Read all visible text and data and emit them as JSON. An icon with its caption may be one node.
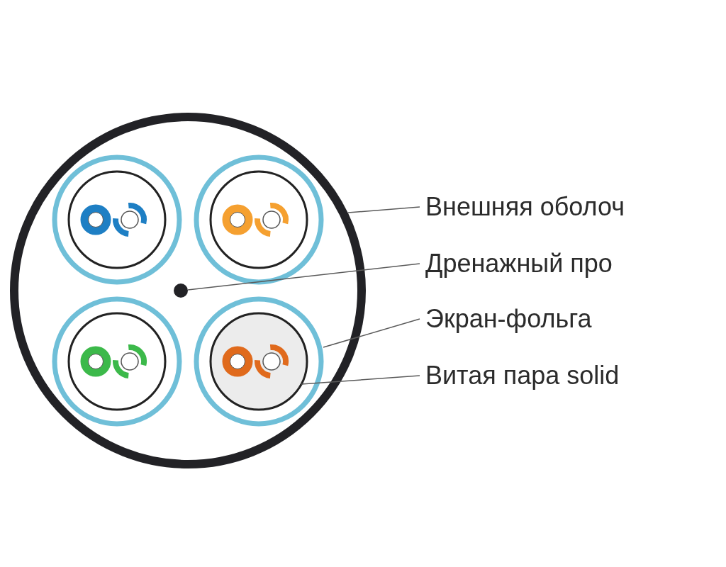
{
  "diagram": {
    "nodes": [
      {
        "text": [],
        "shape": "circle"
      },
      {
        "text": [],
        "shape": "circle",
        "in": 0
      },
      {
        "text": [],
        "shape": "circle",
        "in": 0
      },
      {
        "text": [],
        "shape": "circle",
        "in": 2
      },
      {
        "text": [
          "Внешняя оболоч"
        ]
      },
      {
        "text": [
          "Дренажный про"
        ]
      },
      {
        "text": [
          "Экран-фольга"
        ]
      },
      {
        "text": [
          "Витая пара solid"
        ]
      }
    ],
    "edges": [
      {
        "from": 4,
        "to": 0,
        "arrow": "none"
      },
      {
        "from": 5,
        "to": 1,
        "arrow": "none"
      },
      {
        "from": 6,
        "to": 2,
        "arrow": "none"
      },
      {
        "from": 7,
        "to": 3,
        "arrow": "none"
      }
    ]
  }
}
